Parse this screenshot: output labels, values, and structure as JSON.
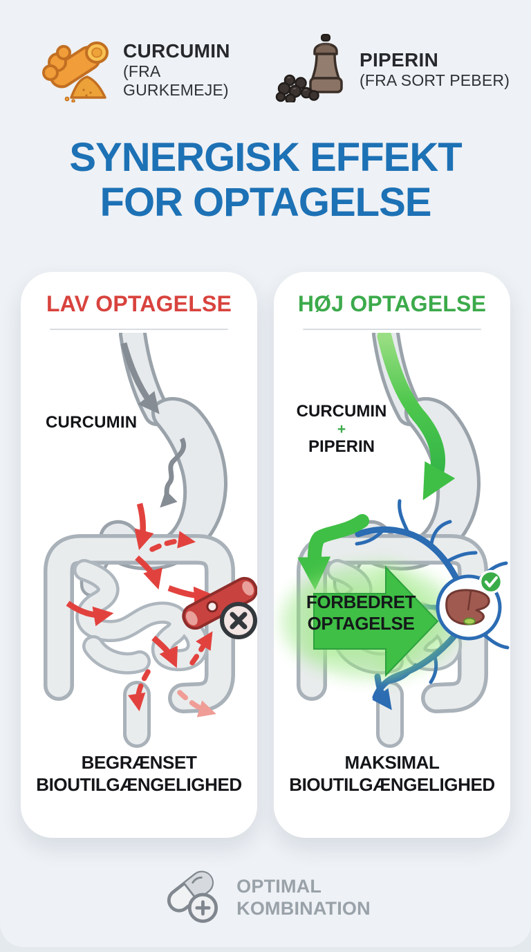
{
  "header": {
    "curcumin": {
      "icon": "turmeric-root-icon",
      "title": "CURCUMIN",
      "subtitle": "(FRA GURKEMEJE)"
    },
    "piperin": {
      "icon": "pepper-mill-icon",
      "title": "PIPERIN",
      "subtitle": "(FRA SORT PEBER)"
    }
  },
  "title": {
    "line1": "SYNERGISK EFFEKT",
    "line2": "FOR OPTAGELSE"
  },
  "low_card": {
    "heading": "LAV OPTAGELSE",
    "substance": "CURCUMIN",
    "blocked_icon": "blocked-x-circle-icon",
    "caption_line1": "BEGRÆNSET",
    "caption_line2": "BIOUTILGÆNGELIGHED"
  },
  "high_card": {
    "heading": "HØJ OPTAGELSE",
    "substance_top": "CURCUMIN",
    "plus": "+",
    "substance_bottom": "PIPERIN",
    "arrow_line1": "FORBEDRET",
    "arrow_line2": "OPTAGELSE",
    "success_icon": "check-circle-icon",
    "liver_icon": "liver-icon",
    "caption_line1": "MAKSIMAL",
    "caption_line2": "BIOUTILGÆNGELIGHED"
  },
  "footer": {
    "icon": "capsule-plus-icon",
    "line1": "OPTIMAL",
    "line2": "KOMBINATION"
  },
  "colors": {
    "background": "#eef1f5",
    "title_blue": "#1d71b5",
    "low_red": "#d8433e",
    "high_green": "#3caa4b",
    "red_arrow": "#e2423e",
    "green_arrow": "#3fbf45",
    "blue_vessel": "#2b6cb3",
    "anatomy_fill": "#e6eaed",
    "anatomy_stroke": "#9aa2aa",
    "footer_gray": "#99a1a9"
  }
}
